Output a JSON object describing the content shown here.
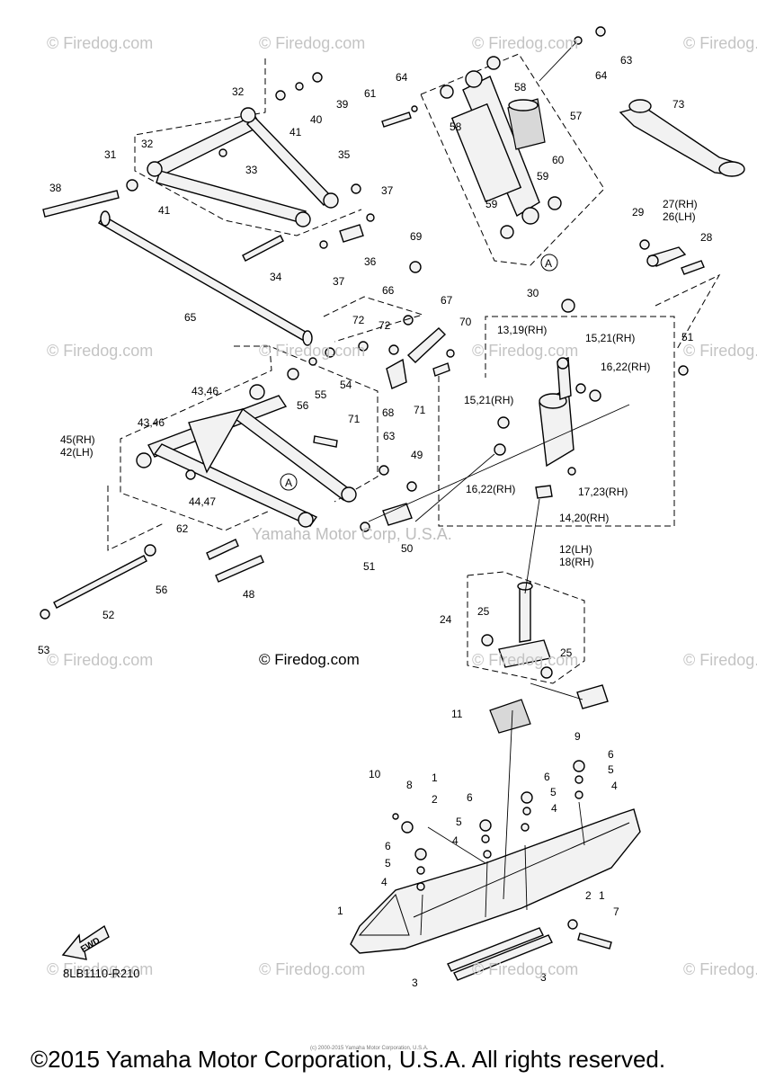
{
  "watermark": "© Firedog.com",
  "center_watermark": "Yamaha Motor Corp, U.S.A.",
  "center_credit": "© Firedog.com",
  "drawing_code": "8LB1110-R210",
  "fine_print": "(c) 2000-2015 Yamaha Motor Corporation, U.S.A.",
  "copyright": "©2015 Yamaha Motor Corporation, U.S.A. All rights reserved.",
  "fwd_label": "FWD",
  "callouts": {
    "c63": "63",
    "c64a": "64",
    "c64b": "64",
    "c61": "61",
    "c58a": "58",
    "c58b": "58",
    "c57": "57",
    "c60": "60",
    "c59a": "59",
    "c59b": "59",
    "cA1": "A",
    "c73": "73",
    "c32a": "32",
    "c40": "40",
    "c39": "39",
    "c41a": "41",
    "c31": "31",
    "c32b": "32",
    "c33": "33",
    "c35": "35",
    "c38": "38",
    "c41b": "41",
    "c37a": "37",
    "c34": "34",
    "c36": "36",
    "c37b": "37",
    "c65": "65",
    "c69": "69",
    "c29": "29",
    "c27": "27(RH)",
    "c26": "26(LH)",
    "c28": "28",
    "c66": "66",
    "c67": "67",
    "c30": "30",
    "c72a": "72",
    "c72b": "72",
    "c70": "70",
    "c13": "13,19(RH)",
    "c15a": "15,21(RH)",
    "c51a": "51",
    "c16a": "16,22(RH)",
    "c43a": "43,46",
    "c56a": "56",
    "c55": "55",
    "c54": "54",
    "c68": "68",
    "c71a": "71",
    "c15b": "15,21(RH)",
    "c71b": "71",
    "c45": "45(RH)",
    "c42": "42(LH)",
    "c43b": "43,46",
    "c63b": "63",
    "c49": "49",
    "c16b": "16,22(RH)",
    "c17": "17,23(RH)",
    "cA2": "A",
    "c44": "44,47",
    "c14": "14,20(RH)",
    "c62": "62",
    "c51b": "51",
    "c50": "50",
    "c12": "12(LH)",
    "c18": "18(RH)",
    "c56b": "56",
    "c48": "48",
    "c52": "52",
    "c53": "53",
    "c24": "24",
    "c25a": "25",
    "c25b": "25",
    "c11": "11",
    "c9": "9",
    "c6a": "6",
    "c5a": "5",
    "c10": "10",
    "c1a": "1",
    "c2a": "2",
    "c8": "8",
    "c6b": "6",
    "c4a": "4",
    "c6c": "6",
    "c5b": "5",
    "c5c": "5",
    "c4b": "4",
    "c4c": "4",
    "c6d": "6",
    "c5d": "5",
    "c4d": "4",
    "c1b": "1",
    "c2b": "2",
    "c1c": "1",
    "c7": "7",
    "c3a": "3",
    "c3b": "3"
  }
}
